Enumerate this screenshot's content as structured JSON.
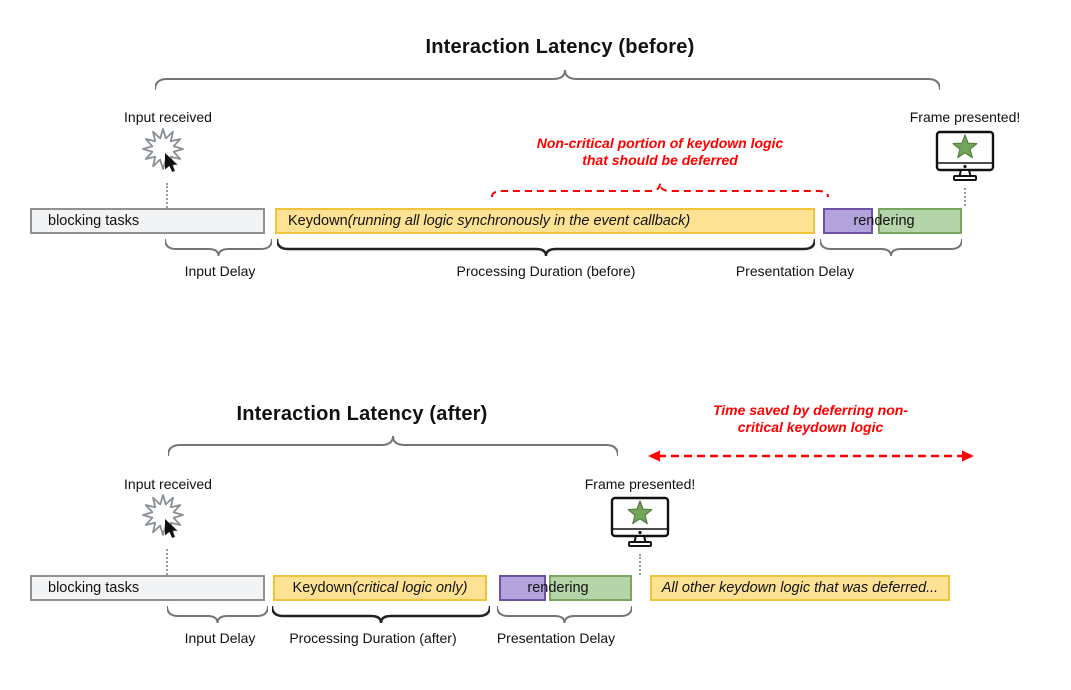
{
  "before": {
    "title": "Interaction Latency (before)",
    "input_received_label": "Input received",
    "frame_presented_label": "Frame presented!",
    "deferred_note": "Non-critical portion of keydown logic that should be deferred",
    "bars": {
      "blocking_tasks": "blocking tasks",
      "keydown_prefix": "Keydown ",
      "keydown_detail": "(running all logic synchronously in the event callback)",
      "rendering": "rendering"
    },
    "measure_labels": {
      "input_delay": "Input Delay",
      "processing_duration": "Processing Duration (before)",
      "presentation_delay": "Presentation Delay"
    }
  },
  "after": {
    "title": "Interaction Latency (after)",
    "time_saved_note": "Time saved by deferring non-critical keydown logic",
    "input_received_label": "Input received",
    "frame_presented_label": "Frame presented!",
    "bars": {
      "blocking_tasks": "blocking tasks",
      "keydown_prefix": "Keydown ",
      "keydown_detail": "(critical logic only)",
      "rendering": "rendering",
      "deferred": "All other keydown logic that was deferred..."
    },
    "measure_labels": {
      "input_delay": "Input Delay",
      "processing_duration": "Processing Duration (after)",
      "presentation_delay": "Presentation Delay"
    }
  },
  "colors": {
    "bar_yellow_fill": "#FDE293",
    "bar_yellow_border": "#F2C43D",
    "bar_gray_fill": "#F1F3F4",
    "bar_gray_border": "#919191",
    "bar_purple_fill": "#B3A3DC",
    "bar_purple_border": "#6C51A4",
    "bar_green_fill": "#B5D4A9",
    "bar_green_border": "#79A75F",
    "annotation_red": "#FF0000",
    "star_green": "#72A45C",
    "brace_gray": "#757575",
    "brace_black": "#212121"
  }
}
